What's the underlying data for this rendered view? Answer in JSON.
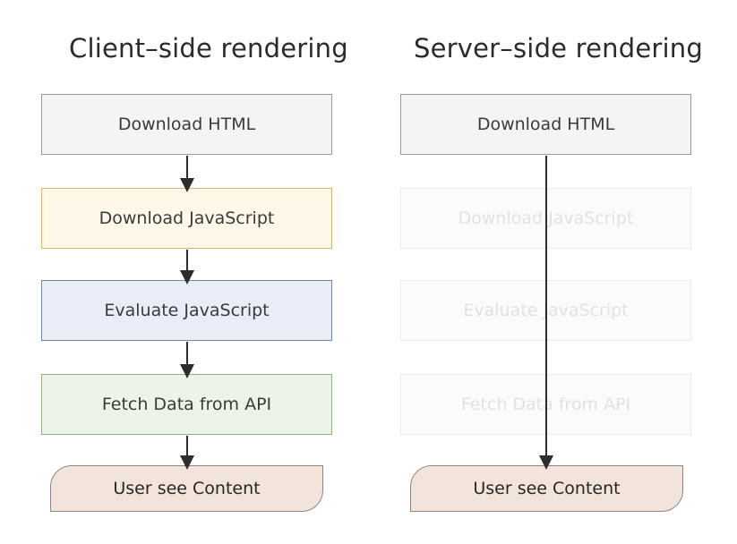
{
  "client": {
    "title": "Client–side rendering",
    "steps": {
      "download_html": "Download HTML",
      "download_js": "Download JavaScript",
      "evaluate_js": "Evaluate JavaScript",
      "fetch_api": "Fetch Data from API"
    },
    "result": "User see Content"
  },
  "server": {
    "title": "Server–side rendering",
    "steps": {
      "download_html": "Download HTML",
      "download_js": "Download JavaScript",
      "evaluate_js": "Evaluate JavaScript",
      "fetch_api": "Fetch Data from API"
    },
    "result": "User see Content"
  },
  "colors": {
    "download_html": "#f4f4f4",
    "download_js": "#fff7e8",
    "evaluate_js": "#e8edf7",
    "fetch_api": "#edf3e7",
    "result": "#f2e4da",
    "arrow": "#2d2d2d"
  }
}
